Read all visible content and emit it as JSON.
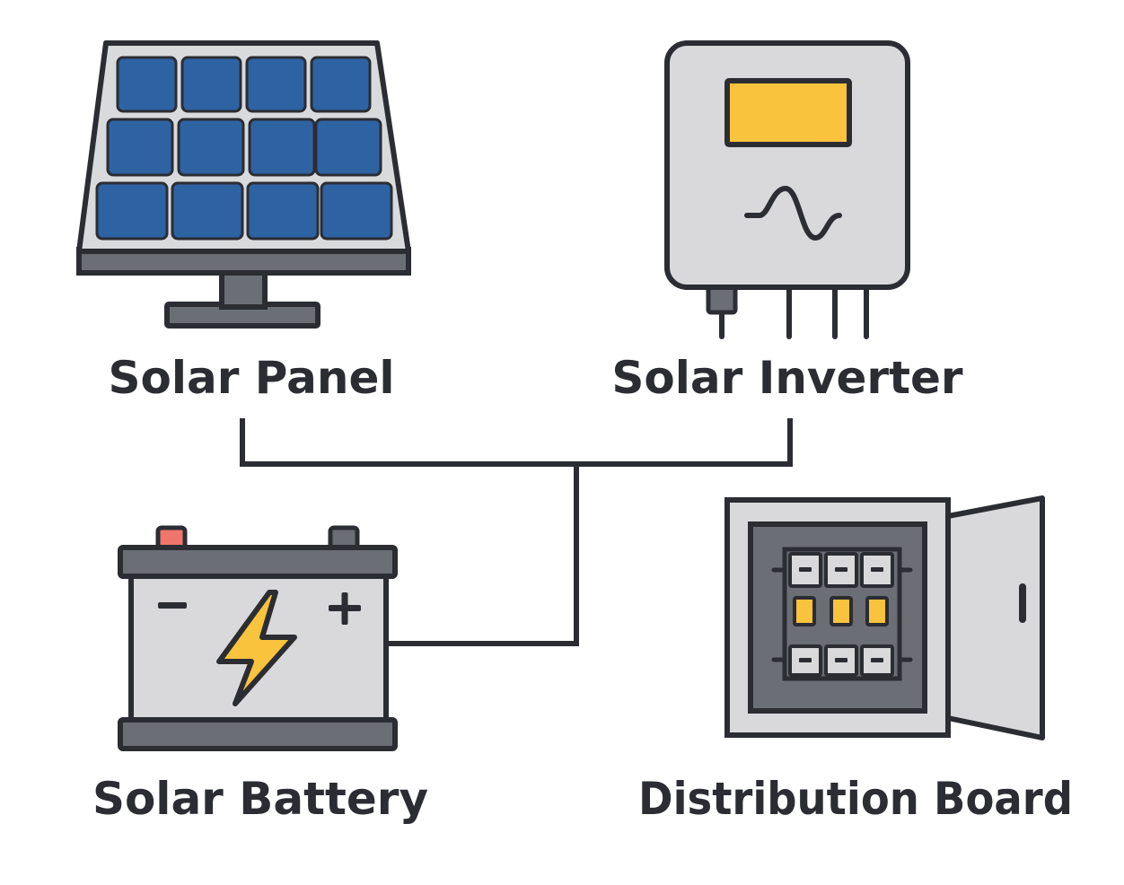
{
  "labels": {
    "solar_panel": "Solar Panel",
    "solar_inverter": "Solar Inverter",
    "solar_battery": "Solar Battery",
    "distribution_board": "Distribution Board"
  },
  "battery": {
    "minus_symbol": "−",
    "plus_symbol": "+"
  },
  "icons": {
    "solar_panel": "solar-panel-icon",
    "solar_inverter": "solar-inverter-icon",
    "solar_battery": "battery-icon",
    "distribution_board": "distribution-board-icon",
    "lightning": "lightning-bolt-icon",
    "sine_wave": "sine-wave-icon"
  },
  "colors": {
    "outline": "#2b2d33",
    "panel_cell": "#2e63a3",
    "panel_frame": "#d9dadc",
    "metal_dark": "#6b6e75",
    "body_light": "#d9d9db",
    "display_yellow": "#f9c33d",
    "terminal_red": "#f0766b",
    "background": "#ffffff"
  }
}
